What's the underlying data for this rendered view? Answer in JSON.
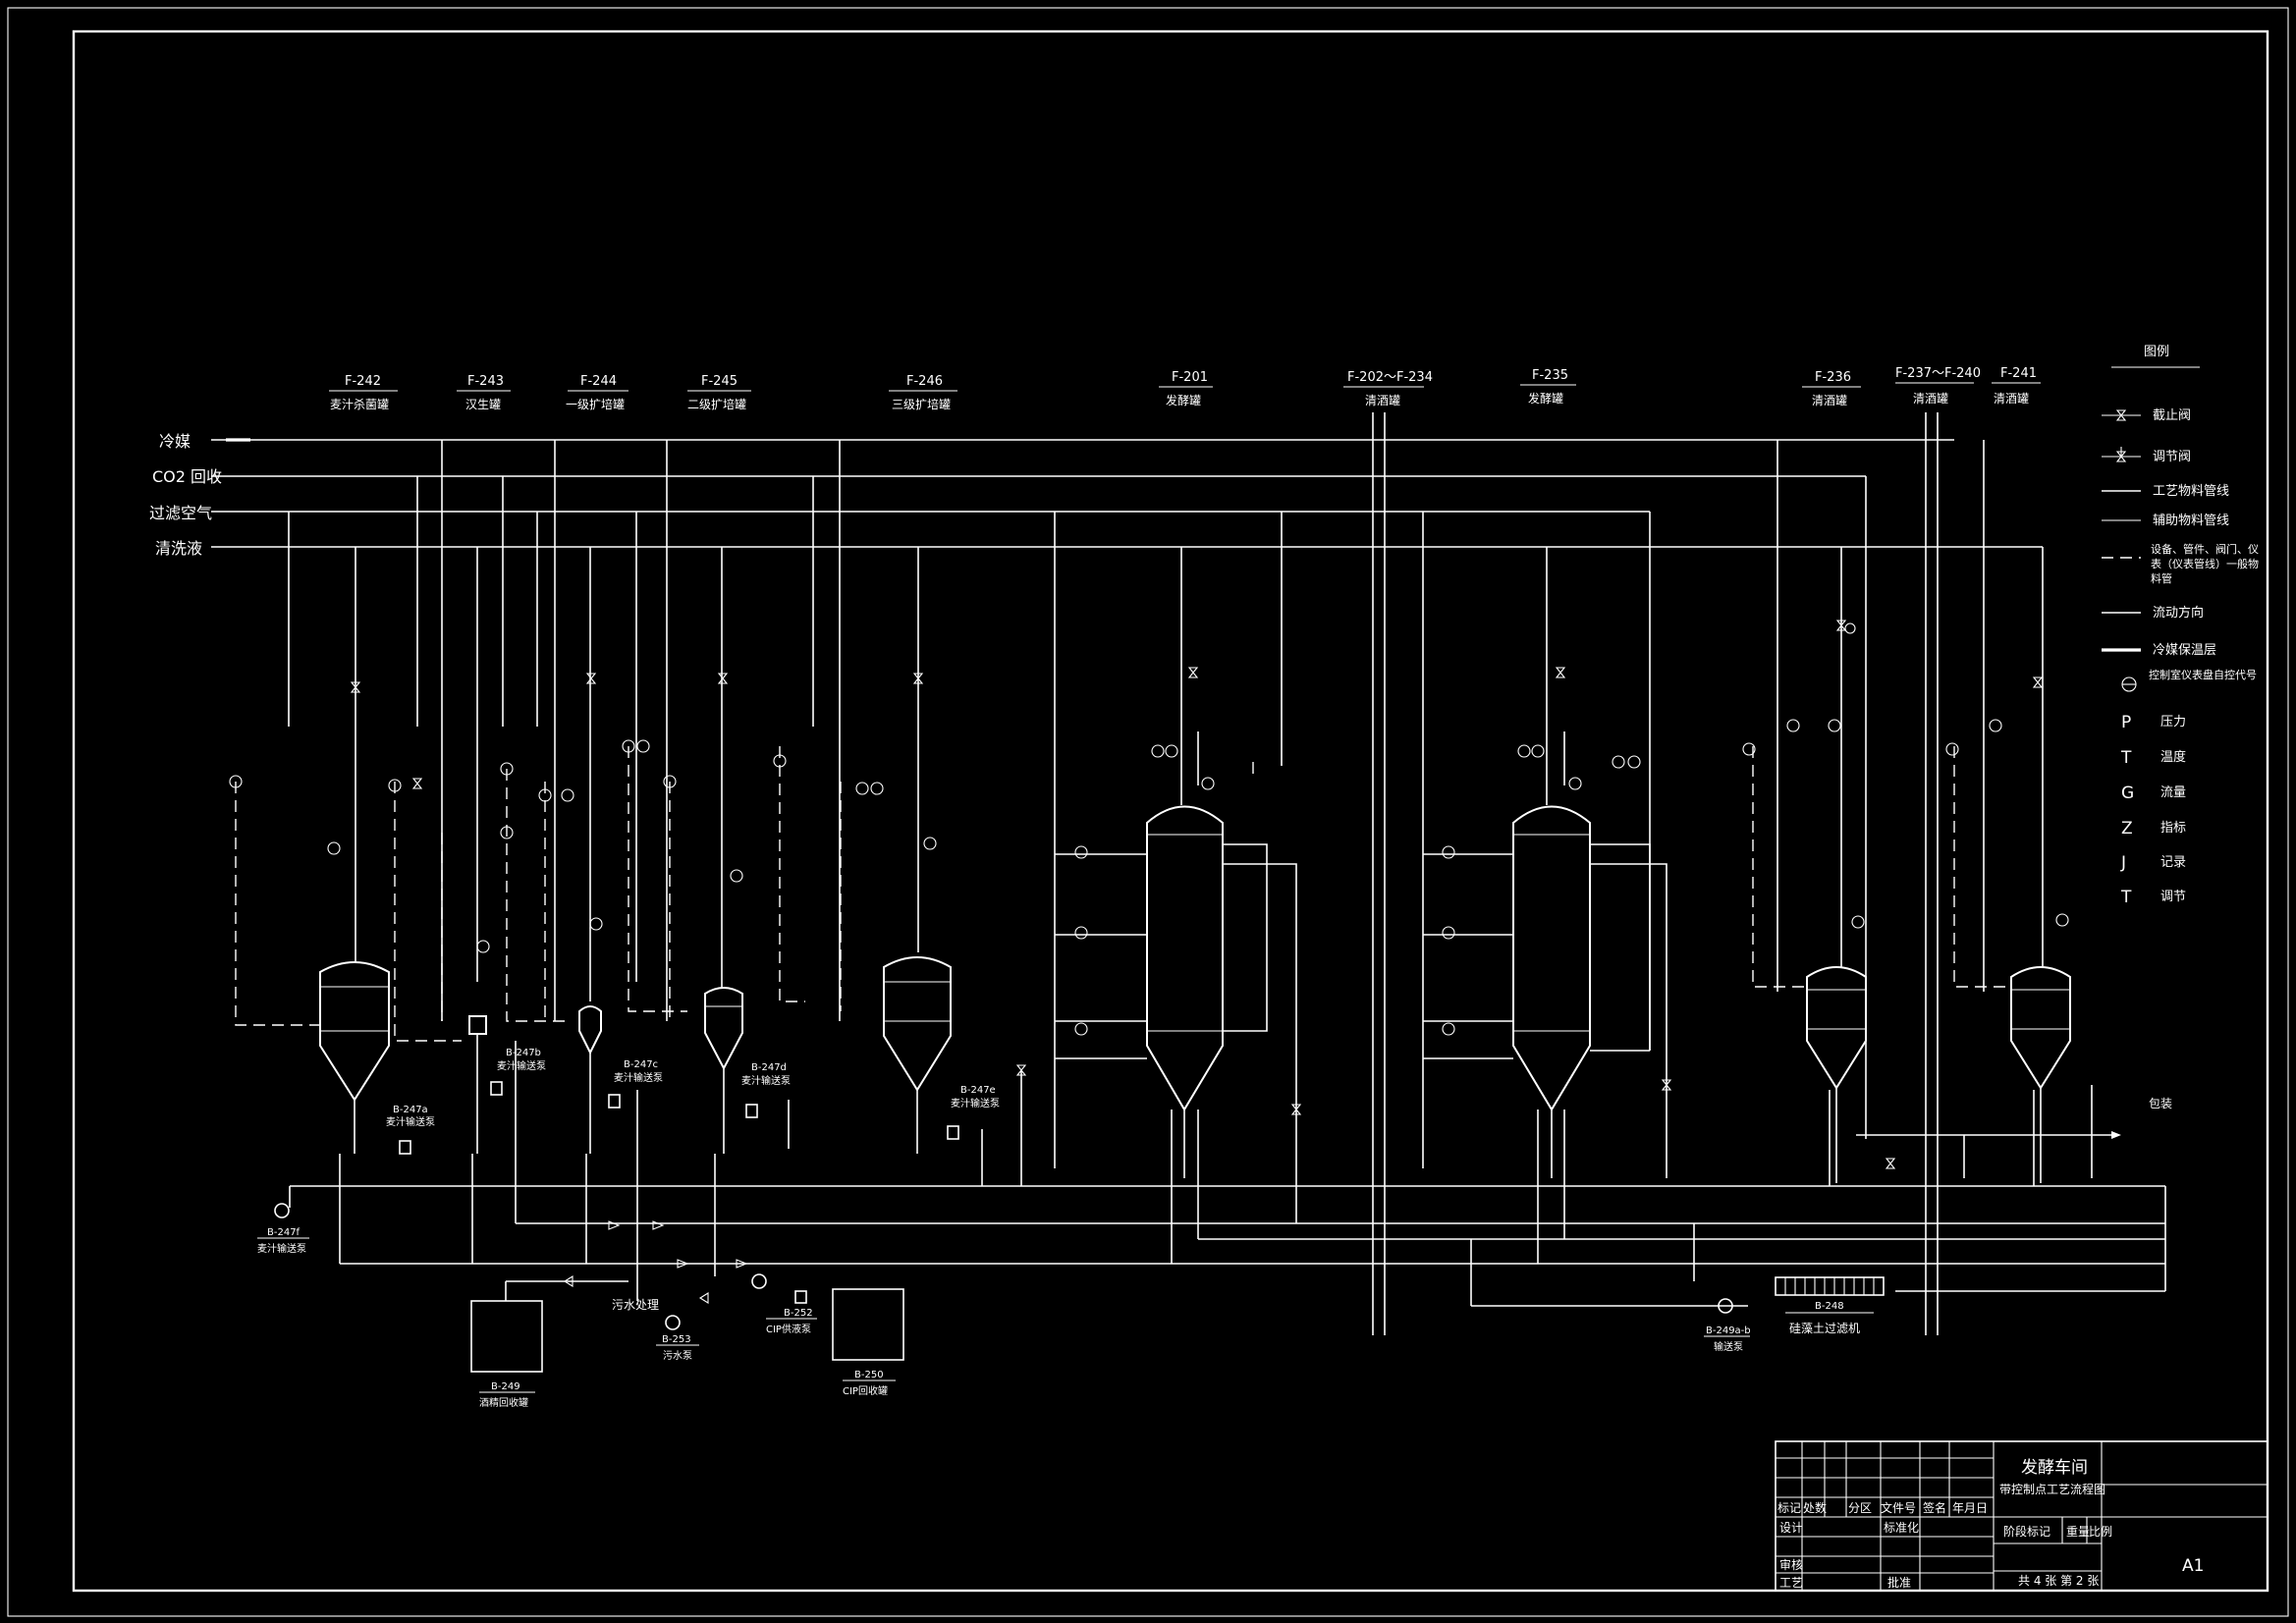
{
  "drawing": {
    "utility_lines": [
      {
        "label": "冷媒"
      },
      {
        "label": "CO2 回收"
      },
      {
        "label": "过滤空气"
      },
      {
        "label": "清洗液"
      }
    ],
    "equipment": [
      {
        "tag": "F-242",
        "name": "麦汁杀菌罐"
      },
      {
        "tag": "F-243",
        "name": "汉生罐"
      },
      {
        "tag": "F-244",
        "name": "一级扩培罐"
      },
      {
        "tag": "F-245",
        "name": "二级扩培罐"
      },
      {
        "tag": "F-246",
        "name": "三级扩培罐"
      },
      {
        "tag": "F-201",
        "name": "发酵罐"
      },
      {
        "tag": "F-202～F-234",
        "name": "清酒罐"
      },
      {
        "tag": "F-235",
        "name": "发酵罐"
      },
      {
        "tag": "F-236",
        "name": "清酒罐"
      },
      {
        "tag": "F-237～F-240",
        "name": "清酒罐"
      },
      {
        "tag": "F-241",
        "name": "清酒罐"
      }
    ],
    "pumps": [
      {
        "tag": "B-247a",
        "name": "麦汁输送泵"
      },
      {
        "tag": "B-247b",
        "name": "麦汁输送泵"
      },
      {
        "tag": "B-247c",
        "name": "麦汁输送泵"
      },
      {
        "tag": "B-247d",
        "name": "麦汁输送泵"
      },
      {
        "tag": "B-247e",
        "name": "麦汁输送泵"
      },
      {
        "tag": "B-247f",
        "name": "麦汁输送泵"
      },
      {
        "tag": "B-253",
        "name": "污水泵"
      },
      {
        "tag": "B-252",
        "name": "CIP供液泵"
      },
      {
        "tag": "B-249a-b",
        "name": "输送泵"
      }
    ],
    "tanks": [
      {
        "tag": "B-249",
        "name": "酒精回收罐"
      },
      {
        "tag": "B-250",
        "name": "CIP回收罐"
      }
    ],
    "filter": {
      "tag": "B-248",
      "name": "硅藻土过滤机"
    },
    "wastewater_label": "污水处理",
    "outlet_label": "包装"
  },
  "legend": {
    "title": "图例",
    "items": [
      {
        "symbol": "stop-valve",
        "label": "截止阀"
      },
      {
        "symbol": "control-valve",
        "label": "调节阀"
      },
      {
        "symbol": "process-line",
        "label": "工艺物料管线"
      },
      {
        "symbol": "aux-line",
        "label": "辅助物料管线"
      },
      {
        "symbol": "dashed-line",
        "label": "设备、管件、阀门、仪表（仪表管线）一般物料管"
      },
      {
        "symbol": "flow-line",
        "label": "流动方向"
      },
      {
        "symbol": "insulated-line",
        "label": "冷媒保温层"
      },
      {
        "symbol": "instrument-circle",
        "label": "控制室仪表盘自控代号"
      },
      {
        "letter": "P",
        "label": "压力"
      },
      {
        "letter": "T",
        "label": "温度"
      },
      {
        "letter": "G",
        "label": "流量"
      },
      {
        "letter": "Z",
        "label": "指标"
      },
      {
        "letter": "J",
        "label": "记录"
      },
      {
        "letter": "T",
        "label": "调节"
      }
    ]
  },
  "title_block": {
    "title_line1": "发酵车间",
    "title_line2": "带控制点工艺流程图",
    "sheet_size": "A1",
    "header_cells": [
      "标记",
      "处数",
      "分区",
      "文件号",
      "签名",
      "年月日"
    ],
    "rows": [
      "设计",
      "审核",
      "工艺"
    ],
    "standardize": "标准化",
    "approve": "批准",
    "stage_mark": "阶段标记",
    "weight": "重量",
    "scale": "比例",
    "sheets": "共 4 张 第 2 张"
  }
}
